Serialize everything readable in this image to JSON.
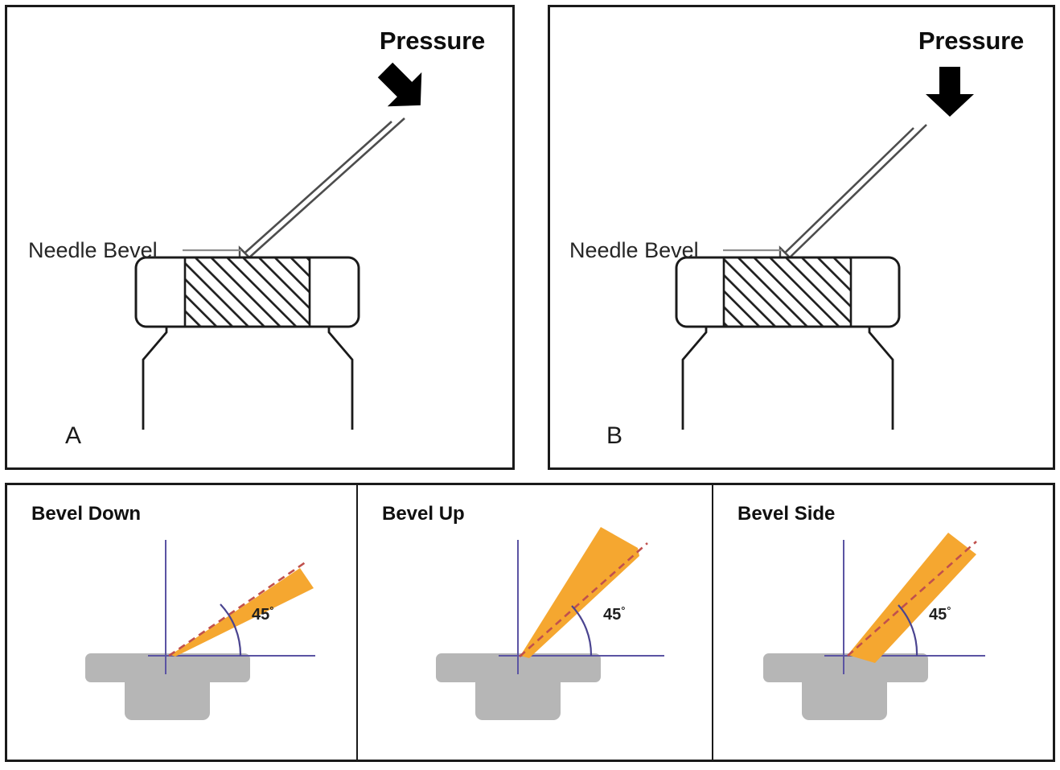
{
  "figure": {
    "panels_top": [
      {
        "id": "A",
        "letter": "A",
        "pressure_label": "Pressure",
        "needle_label": "Needle Bevel",
        "arrow_direction": "diagonal-down-left",
        "arrow_color": "#000000"
      },
      {
        "id": "B",
        "letter": "B",
        "pressure_label": "Pressure",
        "needle_label": "Needle Bevel",
        "arrow_direction": "down",
        "arrow_color": "#000000"
      }
    ],
    "panels_bottom": [
      {
        "id": "bevel-down",
        "title": "Bevel Down",
        "angle_label": "45",
        "degree_symbol": "°",
        "bevel_orientation": "down"
      },
      {
        "id": "bevel-up",
        "title": "Bevel Up",
        "angle_label": "45",
        "degree_symbol": "°",
        "bevel_orientation": "up"
      },
      {
        "id": "bevel-side",
        "title": "Bevel Side",
        "angle_label": "45",
        "degree_symbol": "°",
        "bevel_orientation": "side"
      }
    ],
    "colors": {
      "needle_orange": "#F5A730",
      "tissue_gray": "#B6B6B6",
      "axis_purple": "#5B54A3",
      "dashed_red": "#C0504D",
      "border_black": "#1a1a1a",
      "needle_shaft": "#4d4d4d"
    }
  }
}
